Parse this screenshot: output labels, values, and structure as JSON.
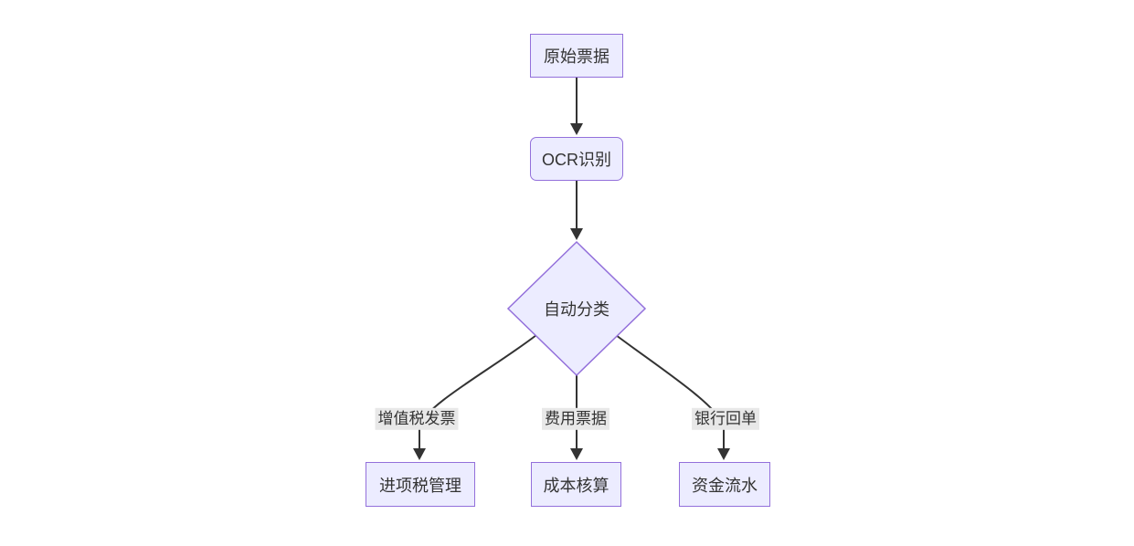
{
  "diagram": {
    "type": "flowchart",
    "direction": "top-down",
    "colors": {
      "background": "#ffffff",
      "node_fill": "#ECECFF",
      "node_border": "#9370DB",
      "edge": "#333333",
      "label_bg": "#e8e8e8",
      "text": "#333333"
    },
    "nodes": [
      {
        "id": "A",
        "label": "原始票据",
        "shape": "rect"
      },
      {
        "id": "B",
        "label": "OCR识别",
        "shape": "rounded-rect"
      },
      {
        "id": "C",
        "label": "自动分类",
        "shape": "diamond"
      },
      {
        "id": "D",
        "label": "进项税管理",
        "shape": "rect"
      },
      {
        "id": "E",
        "label": "成本核算",
        "shape": "rect"
      },
      {
        "id": "F",
        "label": "资金流水",
        "shape": "rect"
      }
    ],
    "edges": [
      {
        "from": "A",
        "to": "B",
        "label": ""
      },
      {
        "from": "B",
        "to": "C",
        "label": ""
      },
      {
        "from": "C",
        "to": "D",
        "label": "增值税发票"
      },
      {
        "from": "C",
        "to": "E",
        "label": "费用票据"
      },
      {
        "from": "C",
        "to": "F",
        "label": "银行回单"
      }
    ]
  }
}
